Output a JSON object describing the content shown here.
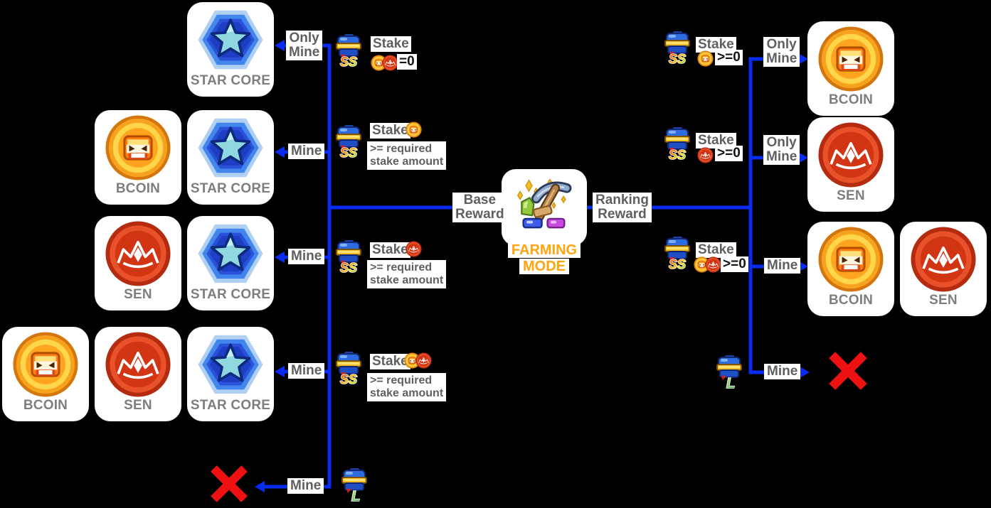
{
  "colors": {
    "background": "#000000",
    "line": "#0A2BF0",
    "accent": "#FFA510",
    "cross": "#ED1111",
    "label_text": "#5F5F5F",
    "card_label_text": "#7E7E7E",
    "amount_text": "#141414"
  },
  "center": {
    "title_line1": "FARMING",
    "title_line2": "MODE",
    "base_edge_label": "Base\nReward",
    "ranking_edge_label": "Ranking\nReward"
  },
  "edge_labels": {
    "only_mine": "Only\nMine",
    "mine": "Mine"
  },
  "condition_text": {
    "stake": "Stake",
    "equals_zero": "=0",
    "gte_zero": ">=0",
    "gte_required": ">= required\nstake amount"
  },
  "hero_ranks": {
    "ss": "SS",
    "l": "L"
  },
  "coins": {
    "bcoin": "BCOIN",
    "sen": "SEN",
    "star_core": "STAR CORE"
  }
}
